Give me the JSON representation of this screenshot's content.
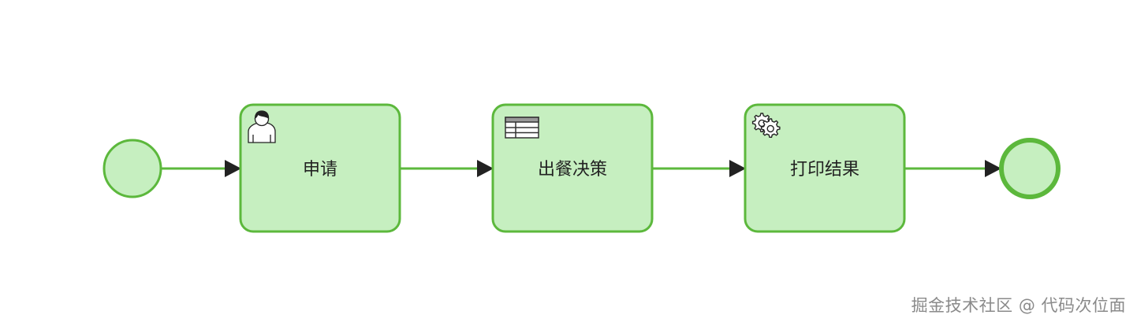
{
  "diagram": {
    "nodes": [
      {
        "id": "start",
        "type": "start-event",
        "label": ""
      },
      {
        "id": "task1",
        "type": "user-task",
        "label": "申请",
        "icon": "user-icon"
      },
      {
        "id": "task2",
        "type": "business-rule-task",
        "label": "出餐决策",
        "icon": "table-icon"
      },
      {
        "id": "task3",
        "type": "service-task",
        "label": "打印结果",
        "icon": "gear-icon"
      },
      {
        "id": "end",
        "type": "end-event",
        "label": ""
      }
    ],
    "edges": [
      {
        "from": "start",
        "to": "task1"
      },
      {
        "from": "task1",
        "to": "task2"
      },
      {
        "from": "task2",
        "to": "task3"
      },
      {
        "from": "task3",
        "to": "end"
      }
    ]
  },
  "colors": {
    "fill": "#c6efc0",
    "stroke": "#5cb83c",
    "arrow": "#222222"
  },
  "watermark": "掘金技术社区 @ 代码次位面"
}
